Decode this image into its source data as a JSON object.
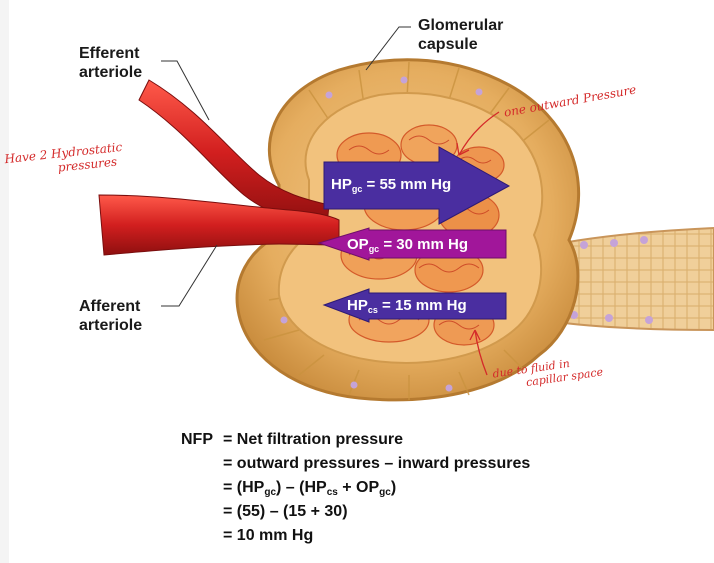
{
  "labels": {
    "efferent": [
      "Efferent",
      "arteriole"
    ],
    "afferent": [
      "Afferent",
      "arteriole"
    ],
    "glomerular": [
      "Glomerular",
      "capsule"
    ]
  },
  "handwritten": {
    "hydrostatic": [
      "Have 2 Hydrostatic",
      "pressures"
    ],
    "outward": "one outward Pressure",
    "capillar": [
      "due to fluid in",
      "capillar space"
    ]
  },
  "arrows": {
    "hp_gc": {
      "main": "HP",
      "sub": "gc",
      "rest": " = 55 mm Hg",
      "color": "#4a2ea0"
    },
    "op_gc": {
      "main": "OP",
      "sub": "gc",
      "rest": " = 30 mm Hg",
      "color": "#a1169a"
    },
    "hp_cs": {
      "main": "HP",
      "sub": "cs",
      "rest": " = 15 mm Hg",
      "color": "#4a2ea0"
    }
  },
  "equation": {
    "prefix": "NFP",
    "line1": "= Net filtration pressure",
    "line2": "= outward pressures – inward pressures",
    "line3": {
      "a": "= (HP",
      "a_sub": "gc",
      "b": ") – (HP",
      "b_sub": "cs",
      "c": " + OP",
      "c_sub": "gc",
      "d": ")"
    },
    "line4": "= (55) – (15 + 30)",
    "line5": "= 10 mm Hg"
  },
  "colors": {
    "vessel_red": "#d21f1f",
    "capsule_tan": "#e3b26a",
    "capsule_edge": "#c28a40",
    "annotation_red": "#d42a2a"
  }
}
